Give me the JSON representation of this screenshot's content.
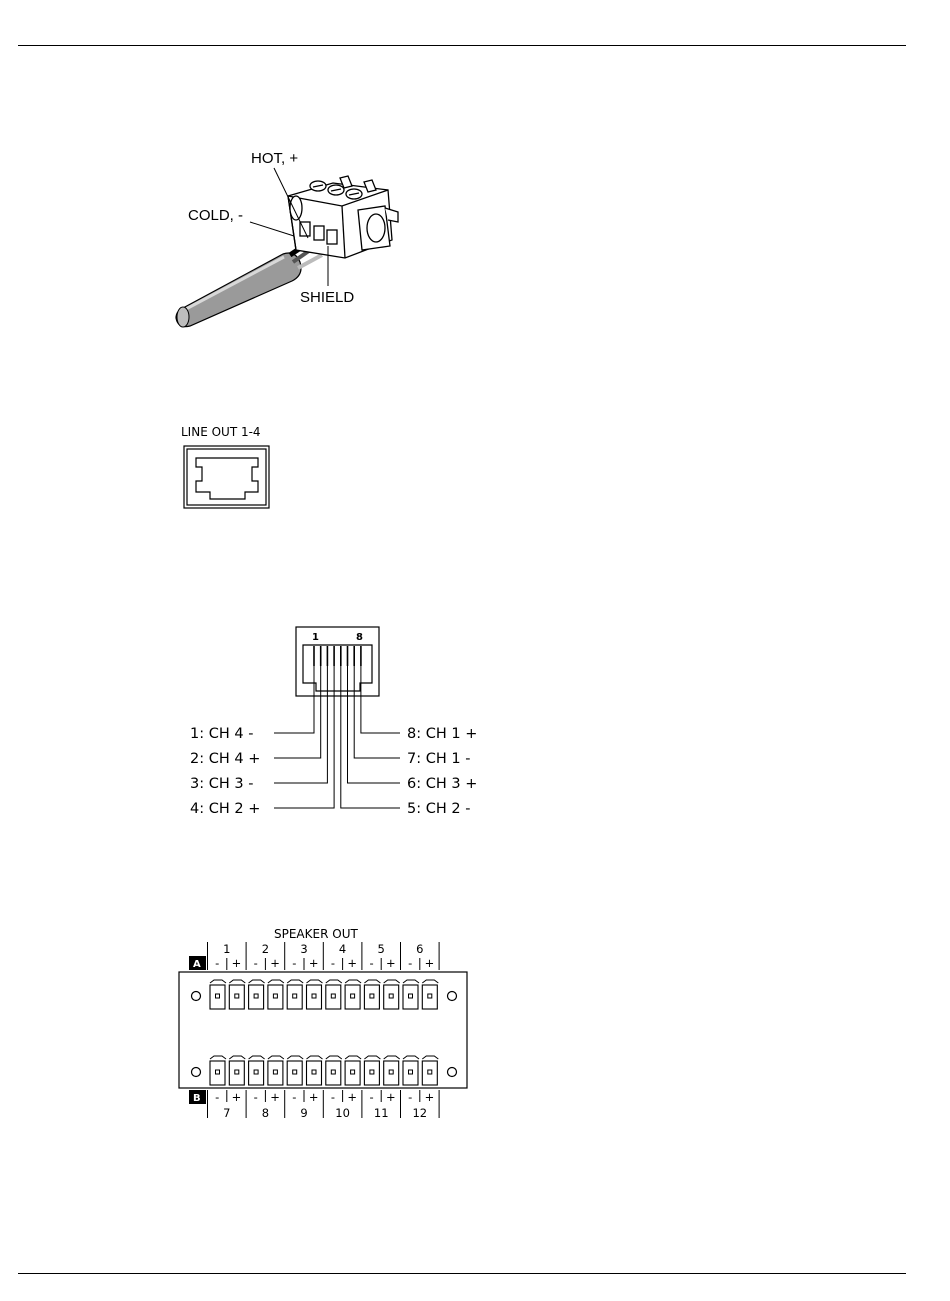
{
  "connector": {
    "hot_label": "HOT, +",
    "cold_label": "COLD, -",
    "shield_label": "SHIELD"
  },
  "line_out": {
    "label": "LINE OUT 1-4"
  },
  "rj45": {
    "pin_first": "1",
    "pin_last": "8",
    "left_pins": [
      "1: CH 4 -",
      "2: CH 4 +",
      "3: CH 3 -",
      "4: CH 2 +"
    ],
    "right_pins": [
      "8: CH 1 +",
      "7: CH 1 -",
      "6: CH 3 +",
      "5: CH 2 -"
    ]
  },
  "speaker": {
    "title": "SPEAKER OUT",
    "row_a_label": "A",
    "row_b_label": "B",
    "top_channels": [
      "1",
      "2",
      "3",
      "4",
      "5",
      "6"
    ],
    "bottom_channels": [
      "7",
      "8",
      "9",
      "10",
      "11",
      "12"
    ],
    "polarity_minus": "-",
    "polarity_plus": "+"
  }
}
